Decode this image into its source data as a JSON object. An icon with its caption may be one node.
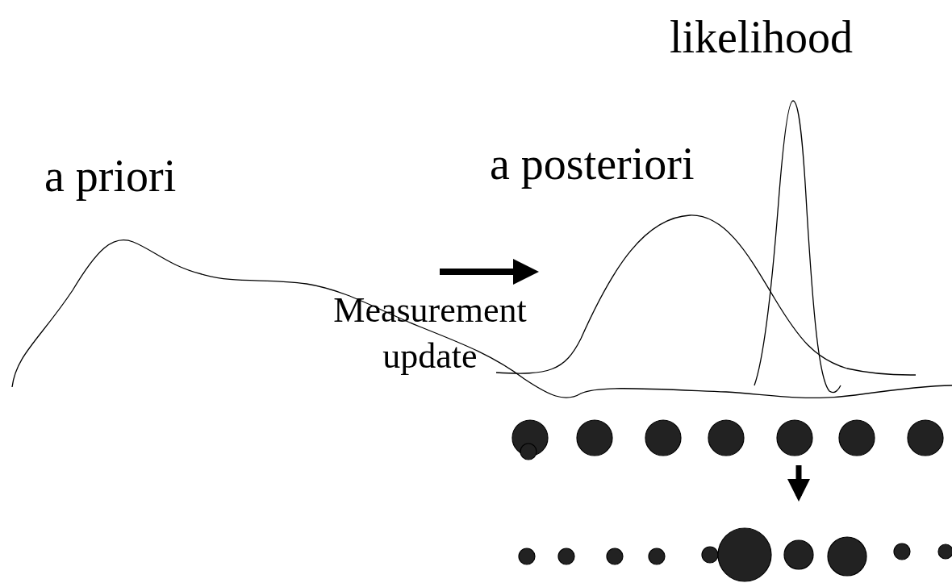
{
  "diagram": {
    "labels": [
      "likelihood",
      "a priori",
      "a posteriori",
      "Measurement update"
    ]
  }
}
